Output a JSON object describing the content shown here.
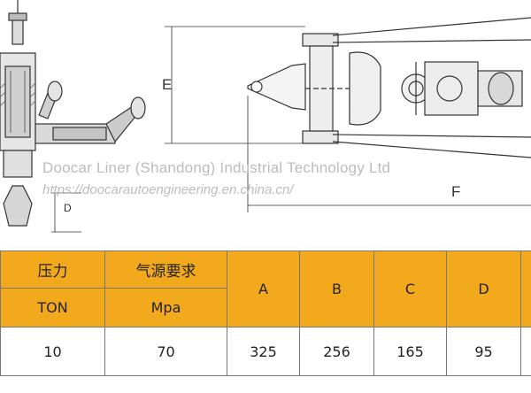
{
  "watermark": {
    "company": "Doocar Liner (Shandong) Industrial Technology Ltd",
    "url": "https://doocarautoengineering.en.china.cn/"
  },
  "drawing": {
    "dim_labels": {
      "E": "E",
      "D": "D",
      "F": "F"
    }
  },
  "table": {
    "header_row1": {
      "pressure": "压力",
      "air_requirement": "气源要求"
    },
    "header_row2": {
      "pressure_unit": "TON",
      "air_unit": "Mpa"
    },
    "dim_headers": [
      "A",
      "B",
      "C",
      "D"
    ],
    "values": {
      "pressure": "10",
      "air": "70",
      "A": "325",
      "B": "256",
      "C": "165",
      "D": "95"
    }
  },
  "colors": {
    "header_bg": "#f3a91c",
    "line": "#333333",
    "watermark": "#bcbcbc"
  }
}
